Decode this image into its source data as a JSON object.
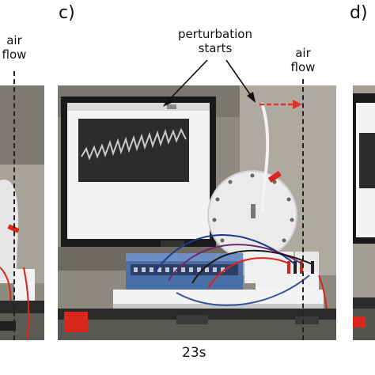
{
  "figure": {
    "panel_label_c": "c)",
    "panel_label_d": "d)",
    "left_annotation": {
      "line1": "air",
      "line2": "flow"
    },
    "center_annotation_perturbation": {
      "line1": "perturbation",
      "line2": "starts"
    },
    "center_annotation_airflow": {
      "line1": "air",
      "line2": "flow"
    },
    "time_label": "23s"
  },
  "colors": {
    "arrow_red": "#e0352b",
    "tube_red": "#d8261c",
    "monitor_bezel": "#1a1a1a",
    "screen_bg": "#f4f4f4",
    "plot_bg": "#2c2c2c",
    "module_blue": "#4a6fa8",
    "wheel": "#eeeeee"
  }
}
